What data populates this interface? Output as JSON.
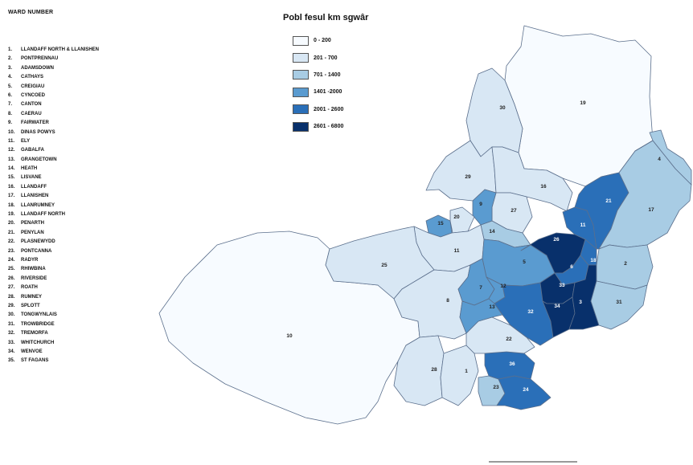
{
  "ward_list": {
    "heading": "WARD NUMBER",
    "items": [
      {
        "num": "1.",
        "name": "LLANDAFF NORTH & LLANISHEN"
      },
      {
        "num": "2.",
        "name": "PONTPRENNAU"
      },
      {
        "num": "3.",
        "name": "ADAMSDOWN"
      },
      {
        "num": "4.",
        "name": "CATHAYS"
      },
      {
        "num": "5.",
        "name": "CREIGIAU"
      },
      {
        "num": "6.",
        "name": "CYNCOED"
      },
      {
        "num": "7.",
        "name": "CANTON"
      },
      {
        "num": "8.",
        "name": "CAERAU"
      },
      {
        "num": "9.",
        "name": "FAIRWATER"
      },
      {
        "num": "10.",
        "name": "DINAS POWYS"
      },
      {
        "num": "11.",
        "name": "ELY"
      },
      {
        "num": "12.",
        "name": "GABALFA"
      },
      {
        "num": "13.",
        "name": "GRANGETOWN"
      },
      {
        "num": "14.",
        "name": "HEATH"
      },
      {
        "num": "15.",
        "name": "LISVANE"
      },
      {
        "num": "16.",
        "name": "LLANDAFF"
      },
      {
        "num": "17.",
        "name": "LLANISHEN"
      },
      {
        "num": "18.",
        "name": "LLANRUMNEY"
      },
      {
        "num": "19.",
        "name": "LLANDAFF NORTH"
      },
      {
        "num": "20.",
        "name": "PENARTH"
      },
      {
        "num": "21.",
        "name": "PENYLAN"
      },
      {
        "num": "22.",
        "name": "PLASNEWYDD"
      },
      {
        "num": "23.",
        "name": "PONTCANNA"
      },
      {
        "num": "24.",
        "name": "RADYR"
      },
      {
        "num": "25.",
        "name": "RHIWBINA"
      },
      {
        "num": "26.",
        "name": "RIVERSIDE"
      },
      {
        "num": "27.",
        "name": "ROATH"
      },
      {
        "num": "28.",
        "name": "RUMNEY"
      },
      {
        "num": "29.",
        "name": "SPLOTT"
      },
      {
        "num": "30.",
        "name": "TONGWYNLAIS"
      },
      {
        "num": "31.",
        "name": "TROWBRIDGE"
      },
      {
        "num": "32.",
        "name": "TREMORFA"
      },
      {
        "num": "33.",
        "name": "WHITCHURCH"
      },
      {
        "num": "34.",
        "name": "WENVOE"
      },
      {
        "num": "35.",
        "name": "ST FAGANS"
      }
    ]
  },
  "legend": {
    "title": "Pobl fesul km sgwâr",
    "classes": [
      {
        "label": "0 - 200",
        "color": "#f7fbff"
      },
      {
        "label": "201 - 700",
        "color": "#d8e7f4"
      },
      {
        "label": "701 - 1400",
        "color": "#a8cce4"
      },
      {
        "label": "1401 -2000",
        "color": "#5a9bd0"
      },
      {
        "label": "2001 - 2600",
        "color": "#2a6fb8"
      },
      {
        "label": "2601 - 6800",
        "color": "#08306b"
      }
    ]
  },
  "map_regions": [
    {
      "id": "10",
      "cls": 0
    },
    {
      "id": "19",
      "cls": 0
    },
    {
      "id": "30",
      "cls": 1
    },
    {
      "id": "29",
      "cls": 1
    },
    {
      "id": "16",
      "cls": 1
    },
    {
      "id": "27",
      "cls": 1
    },
    {
      "id": "14",
      "cls": 2
    },
    {
      "id": "9",
      "cls": 3
    },
    {
      "id": "15",
      "cls": 3
    },
    {
      "id": "20",
      "cls": 1
    },
    {
      "id": "11",
      "cls": 1
    },
    {
      "id": "25",
      "cls": 1
    },
    {
      "id": "8",
      "cls": 1
    },
    {
      "id": "28",
      "cls": 1
    },
    {
      "id": "1",
      "cls": 1
    },
    {
      "id": "23",
      "cls": 2
    },
    {
      "id": "24",
      "cls": 4
    },
    {
      "id": "36",
      "cls": 4
    },
    {
      "id": "22",
      "cls": 1
    },
    {
      "id": "5",
      "cls": 3
    },
    {
      "id": "7",
      "cls": 3
    },
    {
      "id": "12",
      "cls": 3
    },
    {
      "id": "13",
      "cls": 3
    },
    {
      "id": "32",
      "cls": 4
    },
    {
      "id": "26",
      "cls": 5
    },
    {
      "id": "6",
      "cls": 4
    },
    {
      "id": "18",
      "cls": 4
    },
    {
      "id": "33",
      "cls": 5
    },
    {
      "id": "34",
      "cls": 5
    },
    {
      "id": "3",
      "cls": 5
    },
    {
      "id": "11b",
      "label": "11",
      "cls": 4
    },
    {
      "id": "21",
      "cls": 4
    },
    {
      "id": "17",
      "cls": 2
    },
    {
      "id": "4",
      "cls": 2
    },
    {
      "id": "2",
      "cls": 2
    },
    {
      "id": "31",
      "cls": 2
    }
  ]
}
